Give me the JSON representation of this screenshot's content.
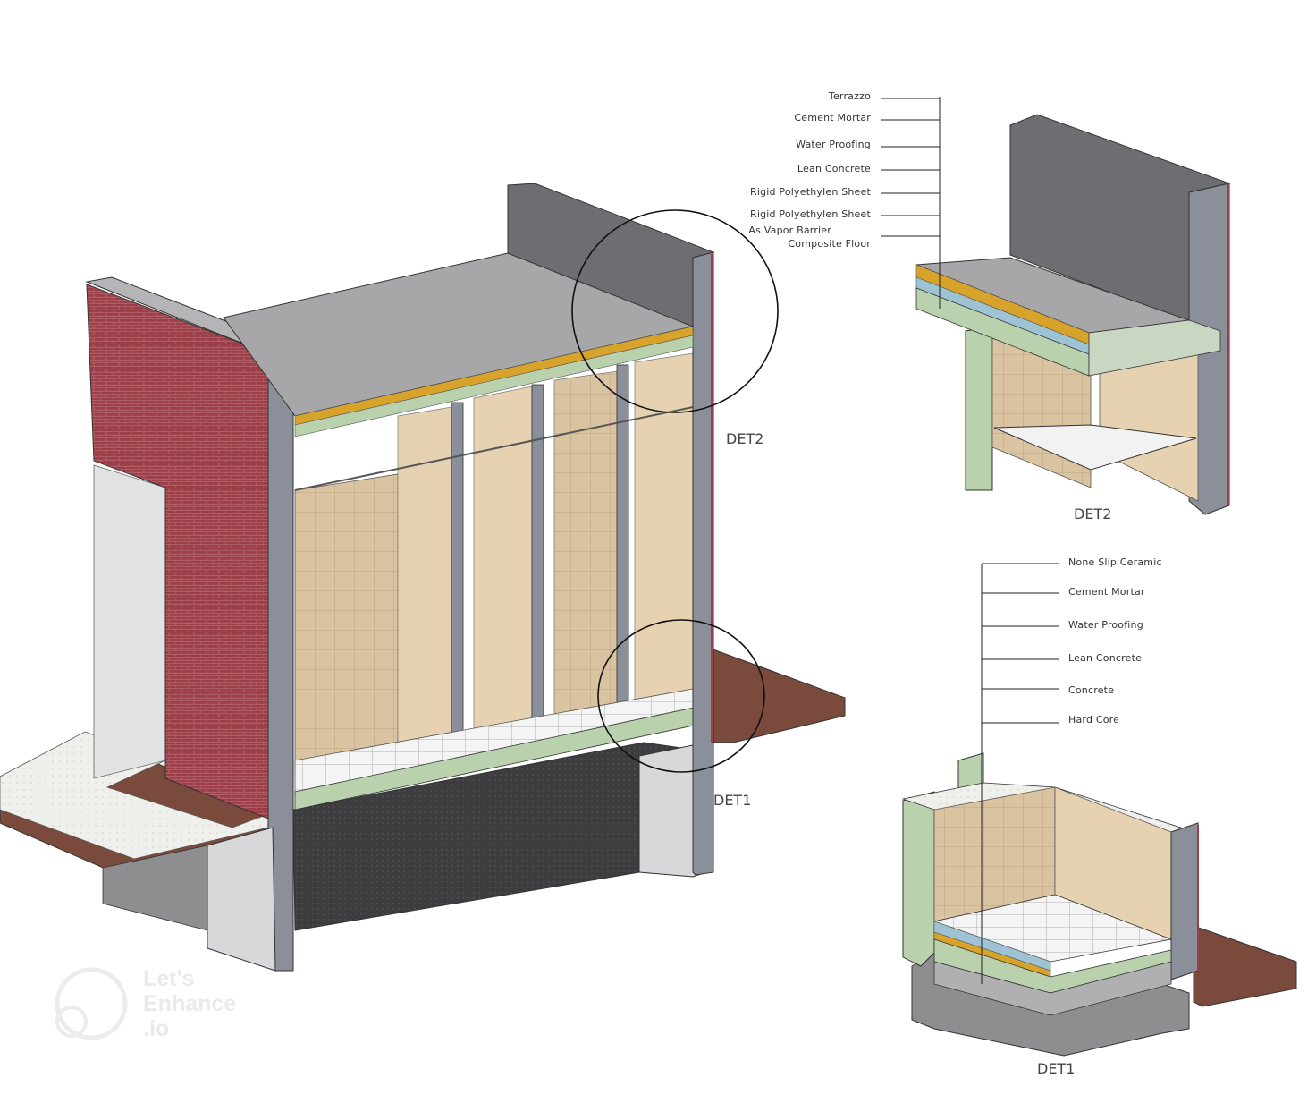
{
  "colors": {
    "brick": "#9c3f48",
    "brick_side": "#7f3038",
    "gray_wall": "#6e6e72",
    "steel_gray": "#8a8f99",
    "roof": "#a7a7a9",
    "tile_wall": "#d9c3a1",
    "tile_wall_light": "#e8d6b6",
    "soil": "#7a4a3c",
    "dark_fill": "#3d3d3f",
    "green_layer": "#b9d1ad",
    "orange_layer": "#d8a32a",
    "blue_layer": "#9ec3d4"
  },
  "main": {
    "callouts": [
      "DET2",
      "DET1"
    ]
  },
  "det2": {
    "title": "DET2",
    "layers": [
      "Terrazzo",
      "Cement Mortar",
      "Water Proofing",
      "Lean Concrete",
      "Rigid Polyethylen Sheet",
      "Rigid Polyethylen Sheet",
      "As Vapor Barrier",
      "Composite Floor"
    ]
  },
  "det1": {
    "title": "DET1",
    "layers": [
      "None Slip Ceramic",
      "Cement Mortar",
      "Water Proofing",
      "Lean Concrete",
      "Concrete",
      "Hard Core"
    ]
  },
  "watermark": {
    "lines": [
      "Let's",
      "Enhance",
      ".io"
    ]
  }
}
